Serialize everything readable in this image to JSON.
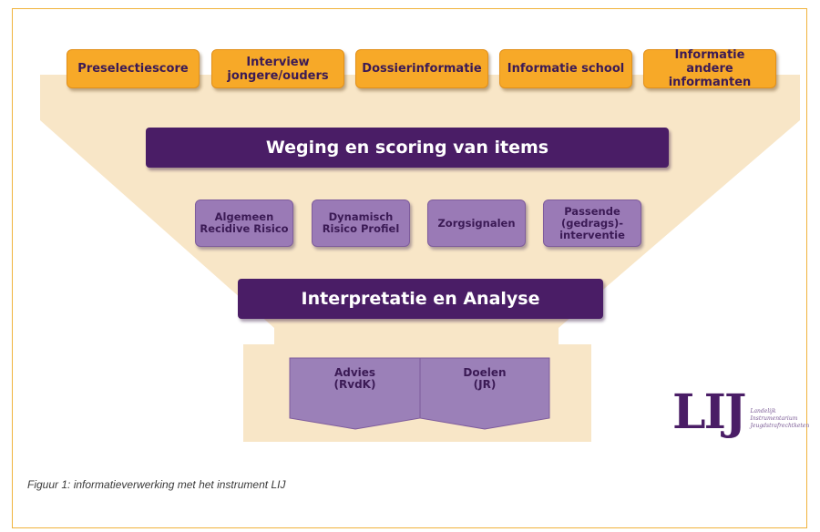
{
  "colors": {
    "frame_border": "#f0b33c",
    "funnel_fill": "#f8e6c7",
    "orange_box": "#f7a928",
    "dark_purple": "#4a1d66",
    "lilac_box": "#9a7ab6",
    "output_box": "#9b80b8"
  },
  "inputs": [
    "Preselectiescore",
    "Interview\njongere/ouders",
    "Dossierinformatie",
    "Informatie school",
    "Informatie\nandere informanten"
  ],
  "weging_label": "Weging en scoring van items",
  "outcomes": [
    "Algemeen\nRecidive Risico",
    "Dynamisch\nRisico Profiel",
    "Zorgsignalen",
    "Passende\n(gedrags)-\ninterventie"
  ],
  "analyse_label": "Interpretatie en Analyse",
  "outputs": [
    "Advies\n(RvdK)",
    "Doelen\n(JR)"
  ],
  "logo": {
    "mark": "LIJ",
    "subtitle": "Landelijk\nInstrumentarium\nJeugdstrafrechtketen"
  },
  "caption": "Figuur 1: informatieverwerking met het instrument LIJ"
}
